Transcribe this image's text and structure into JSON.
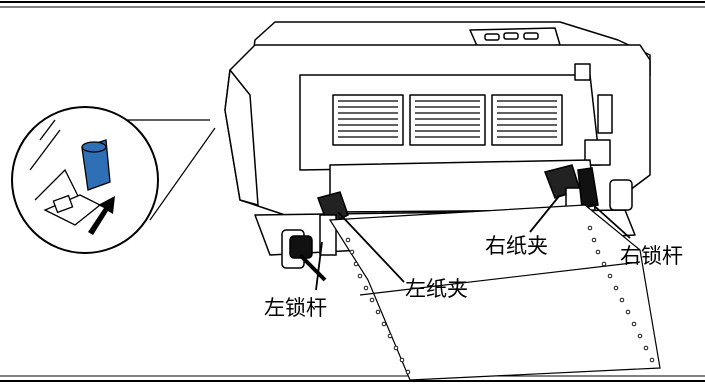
{
  "labels": {
    "left_lock_lever": "左锁杆",
    "left_paper_clamp": "左纸夹",
    "right_paper_clamp": "右纸夹",
    "right_lock_lever": "右锁杆"
  },
  "colors": {
    "lever_highlight": "#2f6fb6",
    "line": "#000000",
    "background": "#ffffff"
  },
  "icons": {
    "arrow": "arrow-up-right-icon"
  }
}
